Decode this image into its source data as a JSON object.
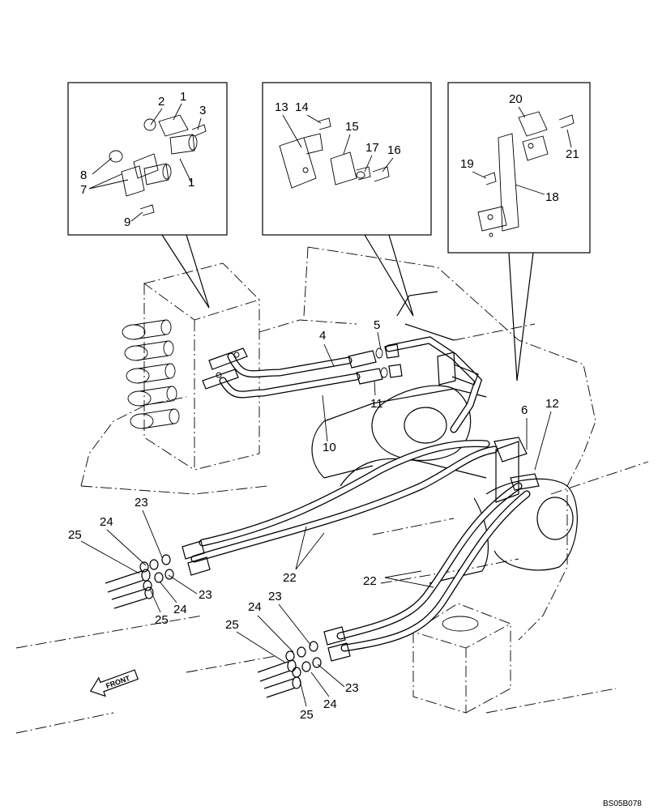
{
  "drawing_code": "BS05B078",
  "front_label": "FRONT",
  "callouts": {
    "c1a": "1",
    "c1b": "1",
    "c2": "2",
    "c3": "3",
    "c4": "4",
    "c5": "5",
    "c6": "6",
    "c7": "7",
    "c8": "8",
    "c9": "9",
    "c10": "10",
    "c11": "11",
    "c12": "12",
    "c13": "13",
    "c14": "14",
    "c15": "15",
    "c16": "16",
    "c17": "17",
    "c18": "18",
    "c19": "19",
    "c20": "20",
    "c21": "21",
    "c22a": "22",
    "c22b": "22",
    "c23a": "23",
    "c23b": "23",
    "c23c": "23",
    "c23d": "23",
    "c24a": "24",
    "c24b": "24",
    "c24c": "24",
    "c24d": "24",
    "c25a": "25",
    "c25b": "25",
    "c25c": "25",
    "c25d": "25"
  }
}
